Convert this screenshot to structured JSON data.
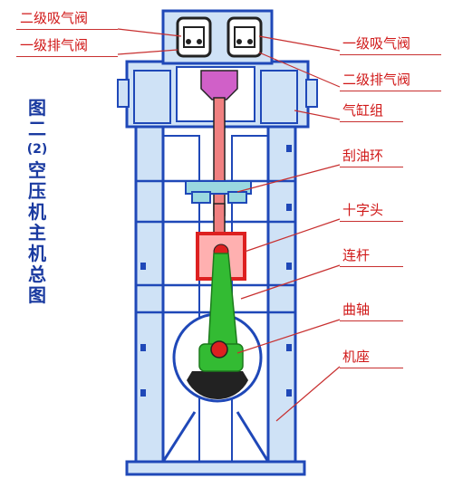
{
  "title_chars": [
    "图",
    "二",
    "(2)",
    "空",
    "压",
    "机",
    "主",
    "机",
    "总",
    "图"
  ],
  "labels": {
    "second_stage_suction_valve": "二级吸气阀",
    "first_stage_discharge_valve": "一级排气阀",
    "first_stage_suction_valve": "一级吸气阀",
    "second_stage_discharge_valve": "二级排气阀",
    "cylinder_group": "气缸组",
    "oil_scraper_ring": "刮油环",
    "crosshead": "十字头",
    "connecting_rod": "连杆",
    "crankshaft": "曲轴",
    "base": "机座"
  },
  "colors": {
    "label_red": "#d01818",
    "frame_blue": "#1f48b8",
    "frame_fill": "#cfe2f6",
    "piston_rod": "#f08080",
    "crosshead_pink": "#d060c8",
    "conrod_green": "#33bb33",
    "crank_red": "#dd2020",
    "counterweight": "#222222",
    "title_blue": "#1a3aa0"
  }
}
